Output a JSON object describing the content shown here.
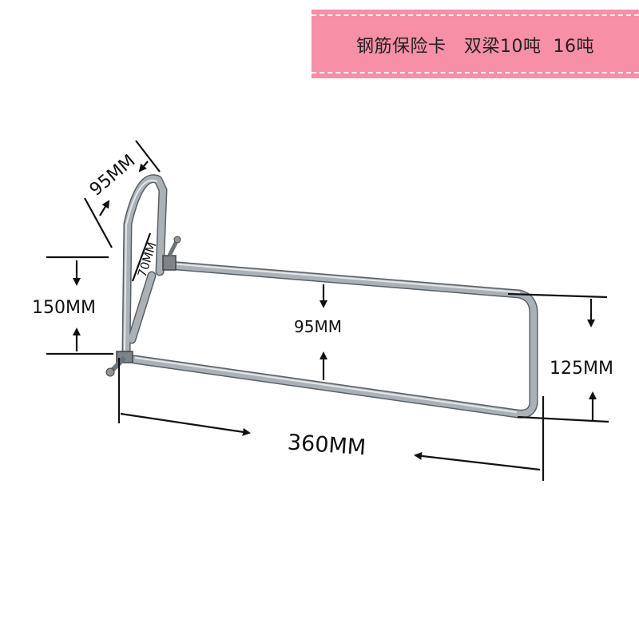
{
  "banner": {
    "title": "钢筋保险卡   双梁10吨  16吨"
  },
  "dimensions": {
    "top_width": "95MM",
    "post_inner": "70MM",
    "height": "150MM",
    "inner_width": "95MM",
    "end_height": "125MM",
    "length": "360MM"
  },
  "colors": {
    "banner": "#f78fa7",
    "steel": "#a9b0b6",
    "steel_dark": "#555b61",
    "steel_light": "#e3e7ea"
  }
}
